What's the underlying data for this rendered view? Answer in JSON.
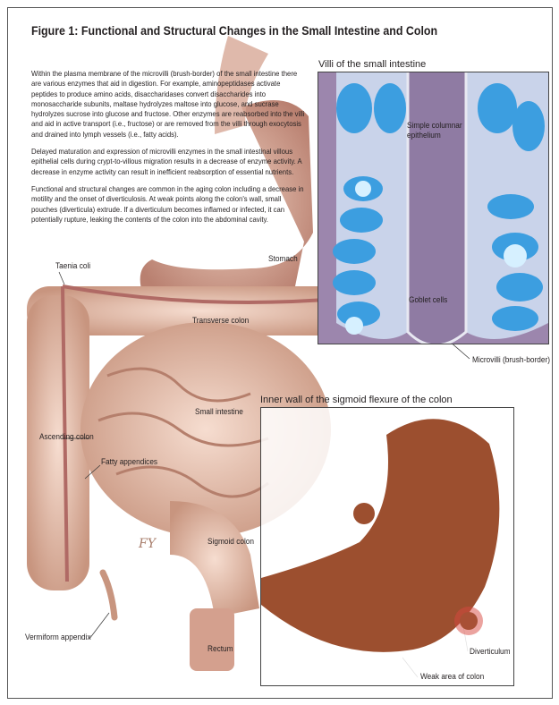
{
  "title": "Figure 1: Functional and Structural Changes in the Small Intestine and Colon",
  "paragraphs": [
    "Within the plasma membrane of the microvilli (brush-border) of the small intestine there are various enzymes that aid in digestion. For example, aminopeptidases activate peptides to produce amino acids, disaccharidases convert disaccharides into monosaccharide subunits, maltase hydrolyzes maltose into glucose, and sucrase hydrolyzes sucrose into glucose and fructose. Other enzymes are reabsorbed into the villi and aid in active transport (i.e., fructose) or are removed from the villi through exocytosis and drained into lymph vessels (i.e., fatty acids).",
    "Delayed maturation and expression of microvilli enzymes in the small intestinal villous epithelial cells during crypt-to-villous migration results in a decrease of enzyme activity. A decrease in enzyme activity can result in inefficient reabsorption of essential nutrients.",
    "Functional and structural changes are common in the aging colon including a decrease in motility and the onset of diverticulosis. At weak points along the colon's wall, small pouches (diverticula) extrude.  If a diverticulum becomes inflamed or infected, it can potentially rupture, leaking the contents of the colon into the abdominal cavity."
  ],
  "insets": {
    "villi_title": "Villi of the small intestine",
    "sigmoid_title": "Inner wall of the sigmoid flexure of the colon"
  },
  "labels": {
    "stomach": "Stomach",
    "taenia_coli": "Taenia coli",
    "transverse_colon": "Transverse colon",
    "simple_columnar": "Simple columnar",
    "epithelium": "epithelium",
    "goblet_cells": "Goblet cells",
    "microvilli": "Microvilli (brush-border)",
    "small_intestine": "Small intestine",
    "ascending_colon": "Ascending colon",
    "fatty_appendices": "Fatty appendices",
    "sigmoid_colon": "Sigmoid colon",
    "vermiform_appendix": "Vermiform appendix",
    "rectum": "Rectum",
    "diverticulum": "Diverticulum",
    "weak_area": "Weak area of colon"
  },
  "signature": "FY"
}
